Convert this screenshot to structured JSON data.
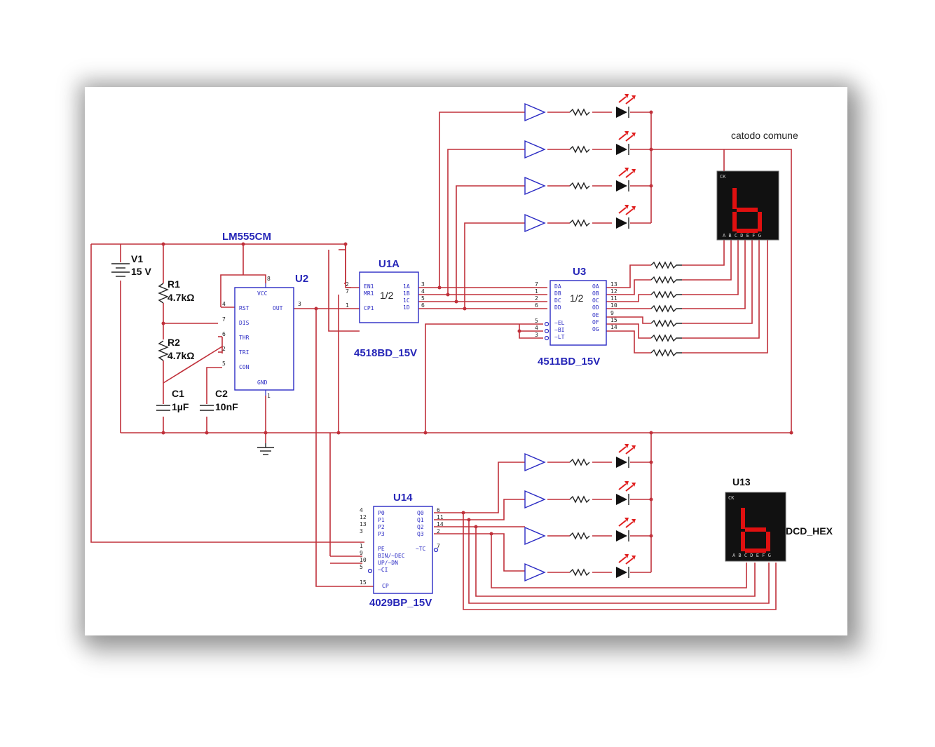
{
  "labels": {
    "lm555": "LM555CM",
    "v1_ref": "V1",
    "v1_val": "15 V",
    "r1_ref": "R1",
    "r1_val": "4.7kΩ",
    "r2_ref": "R2",
    "r2_val": "4.7kΩ",
    "c1_ref": "C1",
    "c1_val": "1µF",
    "c2_ref": "C2",
    "c2_val": "10nF",
    "u2_ref": "U2",
    "u1a_ref": "U1A",
    "u1a_part": "4518BD_15V",
    "u3_ref": "U3",
    "u3_part": "4511BD_15V",
    "u14_ref": "U14",
    "u14_part": "4029BP_15V",
    "u13_ref": "U13",
    "u13_part": "DCD_HEX",
    "catodo": "catodo comune",
    "half": "1/2"
  },
  "pins": {
    "u2": {
      "vcc": "VCC",
      "rst": "RST",
      "out": "OUT",
      "dis": "DIS",
      "thr": "THR",
      "tri": "TRI",
      "con": "CON",
      "gnd": "GND",
      "n8": "8",
      "n4": "4",
      "n3": "3",
      "n7": "7",
      "n6": "6",
      "n2": "2",
      "n5": "5",
      "n1": "1"
    },
    "u1a": {
      "en": "EN1",
      "mr": "MR1",
      "cp": "CP1",
      "q1a": "1A",
      "q1b": "1B",
      "q1c": "1C",
      "q1d": "1D",
      "n2": "2",
      "n7": "7",
      "n1": "1",
      "n3": "3",
      "n4": "4",
      "n5": "5",
      "n6": "6"
    },
    "u3": {
      "da": "DA",
      "db": "DB",
      "dc": "DC",
      "dd": "DD",
      "el": "~EL",
      "bi": "~BI",
      "lt": "~LT",
      "oa": "OA",
      "ob": "OB",
      "oc": "OC",
      "od": "OD",
      "oe": "OE",
      "of": "OF",
      "og": "OG",
      "n7": "7",
      "n1": "1",
      "n2": "2",
      "n6": "6",
      "n5": "5",
      "n4": "4",
      "n3": "3",
      "n13": "13",
      "n12": "12",
      "n11": "11",
      "n10": "10",
      "n9": "9",
      "n15": "15",
      "n14": "14"
    },
    "u14": {
      "p0": "P0",
      "p1": "P1",
      "p2": "P2",
      "p3": "P3",
      "pe": "PE",
      "bin": "BIN/~DEC",
      "up": "UP/~DN",
      "ci": "~CI",
      "cp": "CP",
      "q0": "Q0",
      "q1": "Q1",
      "q2": "Q2",
      "q3": "Q3",
      "tc": "~TC",
      "n4": "4",
      "n12": "12",
      "n13": "13",
      "n3": "3",
      "n1": "1",
      "n9": "9",
      "n10": "10",
      "n5": "5",
      "n15": "15",
      "n6": "6",
      "n11": "11",
      "n14": "14",
      "n2": "2",
      "n7": "7"
    },
    "disp": {
      "ck": "CK",
      "segs": "A B C D E F G",
      "segs4": "A B C D E F G"
    }
  }
}
